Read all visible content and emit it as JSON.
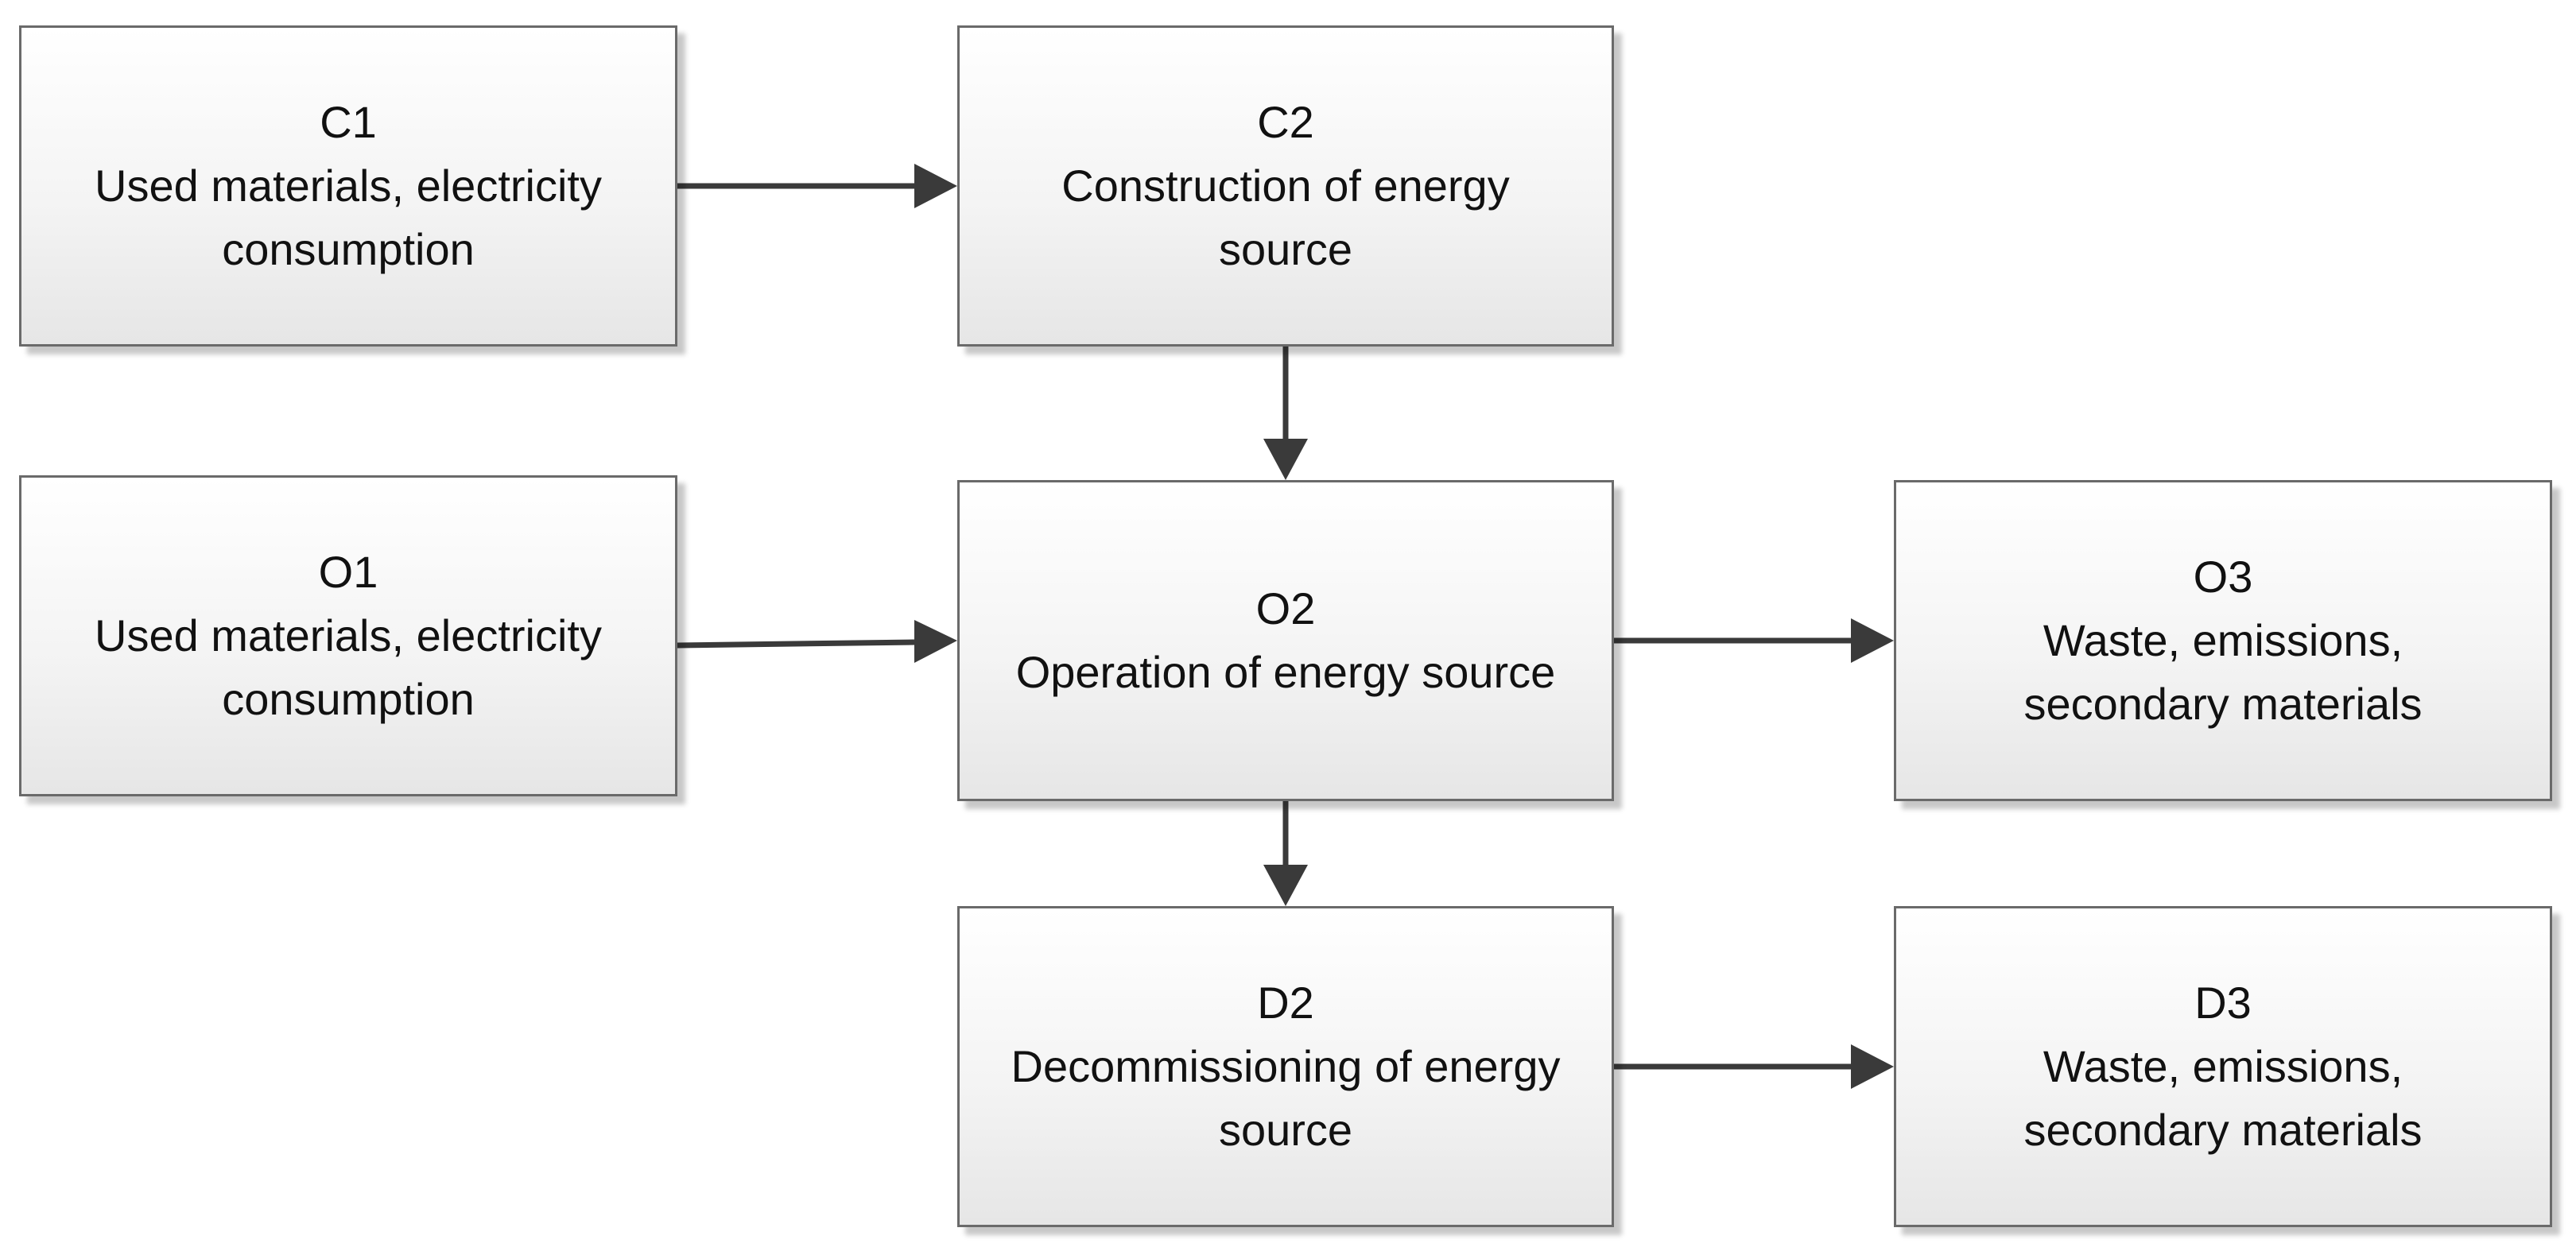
{
  "boxes": {
    "c1": {
      "code": "C1",
      "description": "Used materials, electricity\nconsumption"
    },
    "c2": {
      "code": "C2",
      "description": "Construction of energy\nsource"
    },
    "o1": {
      "code": "O1",
      "description": "Used materials, electricity\nconsumption"
    },
    "o2": {
      "code": "O2",
      "description": "Operation of energy source"
    },
    "o3": {
      "code": "O3",
      "description": "Waste, emissions,\nsecondary materials"
    },
    "d2": {
      "code": "D2",
      "description": "Decommissioning of energy\nsource"
    },
    "d3": {
      "code": "D3",
      "description": "Waste, emissions,\nsecondary materials"
    }
  },
  "edges": [
    {
      "from": "C1",
      "to": "C2"
    },
    {
      "from": "C2",
      "to": "O2"
    },
    {
      "from": "O1",
      "to": "O2"
    },
    {
      "from": "O2",
      "to": "O3"
    },
    {
      "from": "O2",
      "to": "D2"
    },
    {
      "from": "D2",
      "to": "D3"
    }
  ],
  "colors": {
    "arrow": "#3a3a3a",
    "box_border": "#6a6a6a",
    "text": "#111111"
  }
}
